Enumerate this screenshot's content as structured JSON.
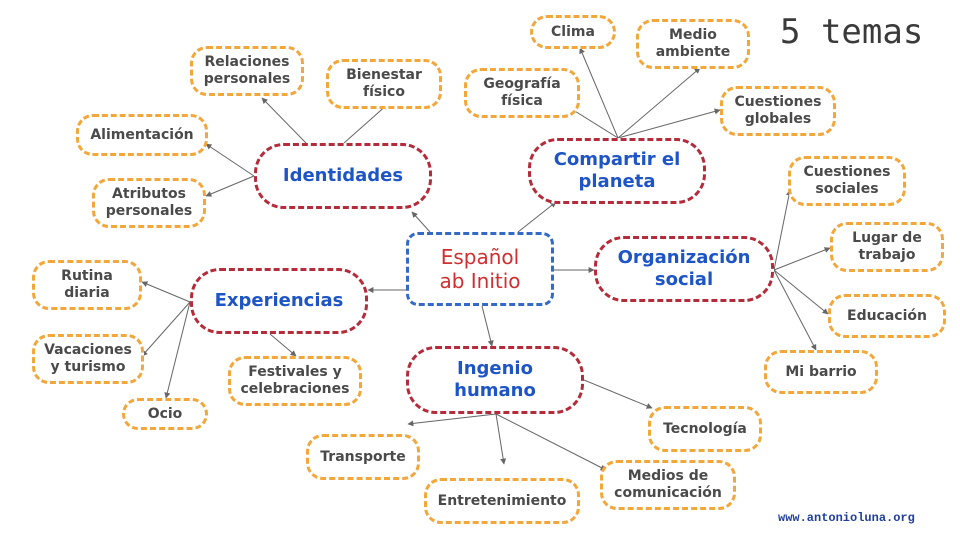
{
  "title": "5 temas",
  "website": "www.antonioluna.org",
  "colors": {
    "leaf_border": "#f3a73b",
    "main_border": "#b52b3a",
    "center_border": "#3469c8",
    "main_text": "#1e55c6",
    "center_text": "#cf2f2f",
    "leaf_text": "#4a4a4a",
    "connector": "#666666"
  },
  "center": {
    "lines": [
      "Español",
      "ab Initio"
    ]
  },
  "themes": [
    {
      "name": "identidades",
      "lines": [
        "Identidades"
      ],
      "subtopics": [
        {
          "lines": [
            "Relaciones",
            "personales"
          ]
        },
        {
          "lines": [
            "Bienestar",
            "físico"
          ]
        },
        {
          "lines": [
            "Alimentación"
          ]
        },
        {
          "lines": [
            "Atributos",
            "personales"
          ]
        }
      ]
    },
    {
      "name": "compartir-el-planeta",
      "lines": [
        "Compartir el",
        "planeta"
      ],
      "subtopics": [
        {
          "lines": [
            "Clima"
          ]
        },
        {
          "lines": [
            "Medio",
            "ambiente"
          ]
        },
        {
          "lines": [
            "Geografía",
            "física"
          ]
        },
        {
          "lines": [
            "Cuestiones",
            "globales"
          ]
        }
      ]
    },
    {
      "name": "organizacion-social",
      "lines": [
        "Organización",
        "social"
      ],
      "subtopics": [
        {
          "lines": [
            "Cuestiones",
            "sociales"
          ]
        },
        {
          "lines": [
            "Lugar de",
            "trabajo"
          ]
        },
        {
          "lines": [
            "Educación"
          ]
        },
        {
          "lines": [
            "Mi barrio"
          ]
        }
      ]
    },
    {
      "name": "experiencias",
      "lines": [
        "Experiencias"
      ],
      "subtopics": [
        {
          "lines": [
            "Rutina",
            "diaria"
          ]
        },
        {
          "lines": [
            "Vacaciones",
            "y turismo"
          ]
        },
        {
          "lines": [
            "Ocio"
          ]
        },
        {
          "lines": [
            "Festivales y",
            "celebraciones"
          ]
        }
      ]
    },
    {
      "name": "ingenio-humano",
      "lines": [
        "Ingenio",
        "humano"
      ],
      "subtopics": [
        {
          "lines": [
            "Tecnología"
          ]
        },
        {
          "lines": [
            "Transporte"
          ]
        },
        {
          "lines": [
            "Entretenimiento"
          ]
        },
        {
          "lines": [
            "Medios de",
            "comunicación"
          ]
        }
      ]
    }
  ]
}
